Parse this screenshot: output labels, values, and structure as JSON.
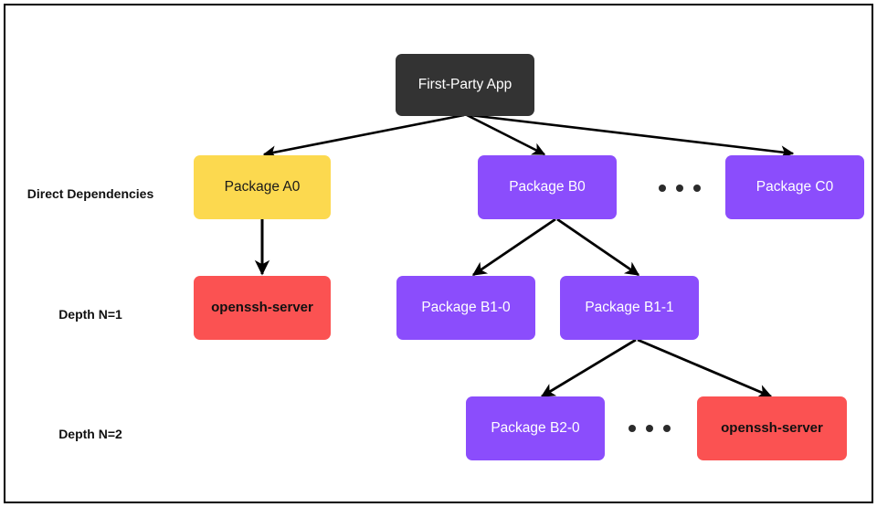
{
  "diagram": {
    "title_text": "",
    "colors": {
      "root": "#333333",
      "direct_dep_highlight": "#fcd94f",
      "transitive": "#8b4dfc",
      "vulnerable": "#fb5252",
      "border": "#000000",
      "background": "#ffffff",
      "arrow": "#000000"
    },
    "row_labels": [
      {
        "name": "row-label-direct-dependencies",
        "text": "Direct Dependencies"
      },
      {
        "name": "row-label-depth-1",
        "text": "Depth N=1"
      },
      {
        "name": "row-label-depth-2",
        "text": "Depth N=2"
      }
    ],
    "nodes": [
      {
        "id": "root",
        "label": "First-Party App",
        "color": "#333333",
        "style": "n-root"
      },
      {
        "id": "a0",
        "label": "Package A0",
        "color": "#fcd94f",
        "style": "n-yellow"
      },
      {
        "id": "b0",
        "label": "Package B0",
        "color": "#8b4dfc",
        "style": "n-purple"
      },
      {
        "id": "c0",
        "label": "Package C0",
        "color": "#8b4dfc",
        "style": "n-purple"
      },
      {
        "id": "openssh1",
        "label": "openssh-server",
        "color": "#fb5252",
        "style": "n-red"
      },
      {
        "id": "b10",
        "label": "Package B1-0",
        "color": "#8b4dfc",
        "style": "n-purple"
      },
      {
        "id": "b11",
        "label": "Package B1-1",
        "color": "#8b4dfc",
        "style": "n-purple"
      },
      {
        "id": "b20",
        "label": "Package B2-0",
        "color": "#8b4dfc",
        "style": "n-purple"
      },
      {
        "id": "openssh2",
        "label": "openssh-server",
        "color": "#fb5252",
        "style": "n-red"
      }
    ],
    "edges": [
      {
        "from": "root",
        "to": "a0"
      },
      {
        "from": "root",
        "to": "b0"
      },
      {
        "from": "root",
        "to": "c0"
      },
      {
        "from": "a0",
        "to": "openssh1"
      },
      {
        "from": "b0",
        "to": "b10"
      },
      {
        "from": "b0",
        "to": "b11"
      },
      {
        "from": "b11",
        "to": "b20"
      },
      {
        "from": "b11",
        "to": "openssh2"
      }
    ],
    "ellipses": [
      {
        "name": "ellipsis-direct-dependencies",
        "dots": 3
      },
      {
        "name": "ellipsis-depth-2",
        "dots": 3
      }
    ]
  }
}
